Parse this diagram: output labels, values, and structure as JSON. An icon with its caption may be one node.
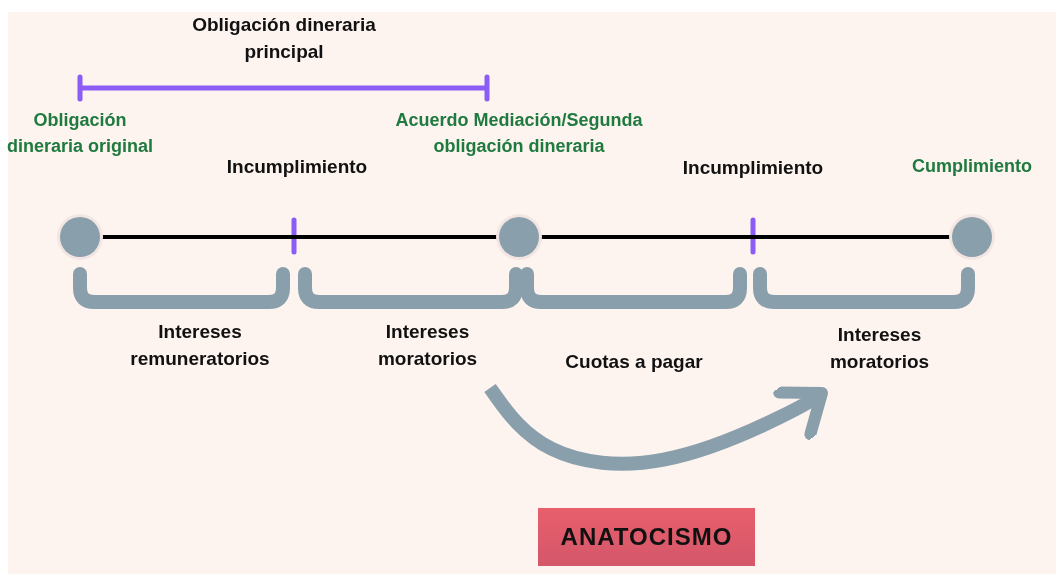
{
  "diagram": {
    "nodes": [
      {
        "text": [
          "Obligación dineraria original"
        ]
      },
      {
        "text": [
          "Acuerdo Mediación/Segunda obligación dineraria"
        ]
      },
      {
        "text": [
          "Cumplimiento"
        ]
      },
      {
        "text": [
          "Intereses moratorios"
        ]
      },
      {
        "text": [
          "Intereses moratorios"
        ]
      },
      {
        "text": [
          "ANATOCISMO"
        ]
      }
    ],
    "edges": [
      {
        "from": 0,
        "to": 1,
        "arrow": "none"
      },
      {
        "from": 1,
        "to": 2,
        "arrow": "none"
      },
      {
        "from": 3,
        "to": 4,
        "arrow": "to",
        "style": "thick",
        "color": "#8a9fac"
      }
    ],
    "labels": [
      "Obligación dineraria principal",
      "Incumplimiento",
      "Incumplimiento",
      "Intereses remuneratorios",
      "Cuotas a pagar"
    ]
  }
}
